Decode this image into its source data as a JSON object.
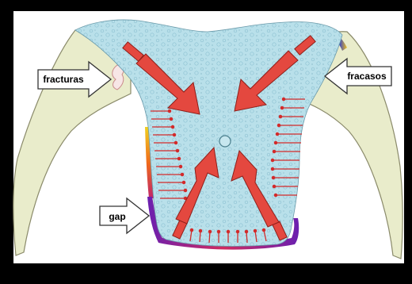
{
  "labels": {
    "fracturas": "fracturas",
    "fracasos": "fracasos",
    "gap": "gap"
  },
  "colors": {
    "frame": "#000000",
    "panel": "#ffffff",
    "bone": "#e9eccb",
    "bone_edge": "#8a8a6a",
    "cement": "#b9e0ea",
    "cement_bubble": "#8fc3d3",
    "force_arrow": "#e4483f",
    "force_arrow_edge": "#8e1f1a",
    "small_arrow": "#d32a2a",
    "label_arrow_fill": "#ffffff",
    "label_arrow_edge": "#333333"
  },
  "icons": {
    "force_arrows": "red-force-arrow",
    "label_pointers": "white-block-arrow",
    "interface_arrows": "small-red-arrow",
    "center_marker": "circle"
  }
}
